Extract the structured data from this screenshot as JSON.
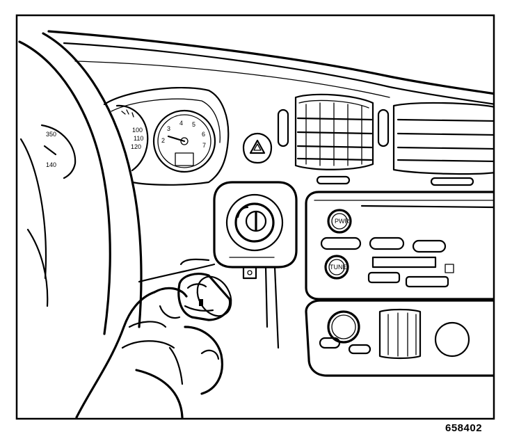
{
  "figure": {
    "id_number": "658402",
    "speedometer_ticks": [
      "100",
      "110",
      "120"
    ],
    "left_gauge_ticks": [
      "350",
      "140"
    ],
    "tachometer_ticks": [
      "3",
      "4",
      "5",
      "6",
      "7",
      "2"
    ],
    "radio_knob_label": "PWR",
    "radio_knob_label_2": "TUNE"
  }
}
